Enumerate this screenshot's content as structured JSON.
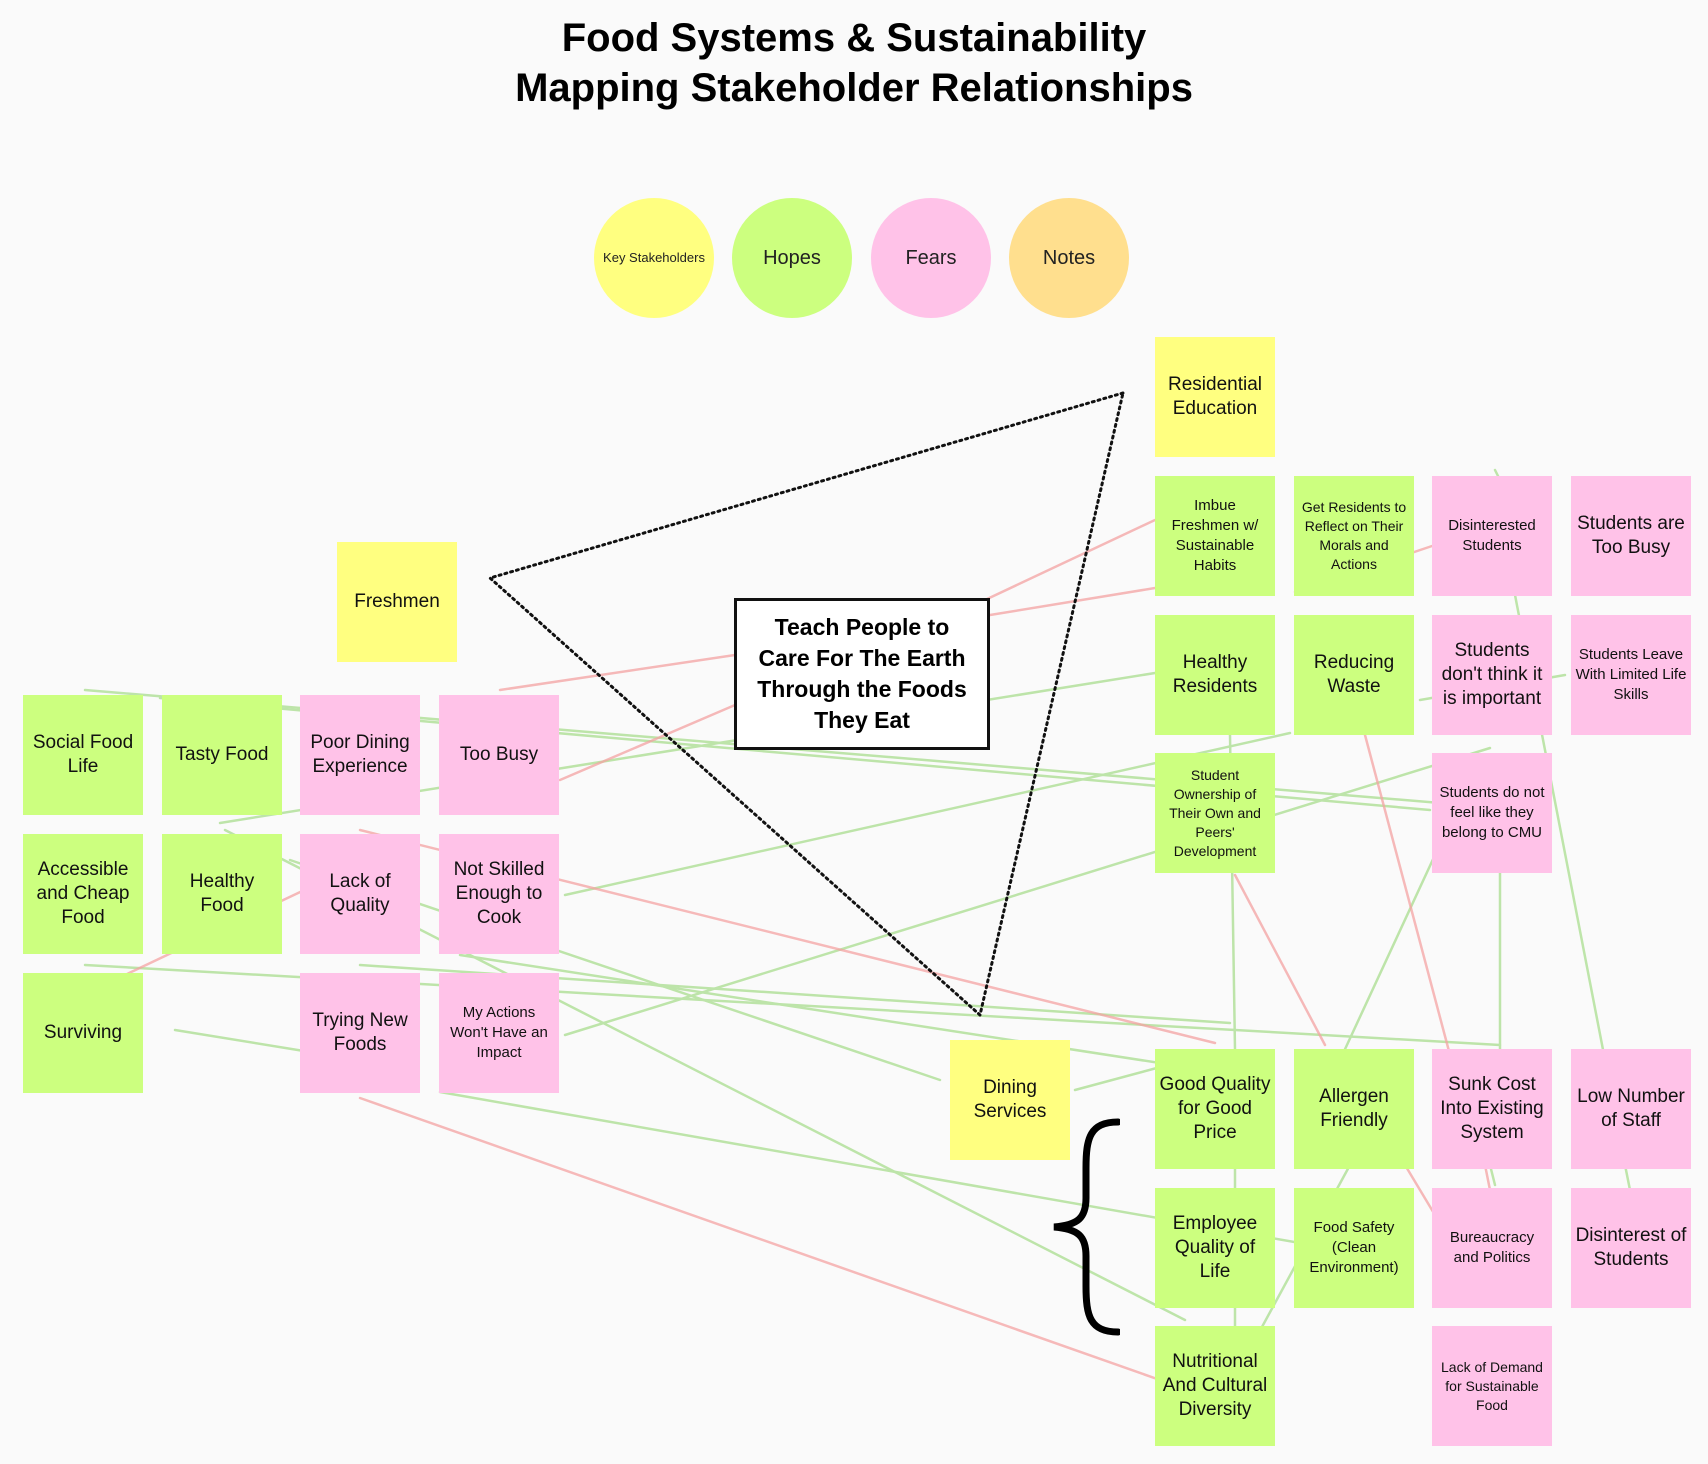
{
  "title": {
    "line1": "Food Systems & Sustainability",
    "line2": "Mapping Stakeholder Relationships"
  },
  "legend": {
    "key_stakeholders": "Key Stakeholders",
    "hopes": "Hopes",
    "fears": "Fears",
    "notes": "Notes"
  },
  "colors": {
    "stakeholder": "#ffff80",
    "hope": "#ccff7f",
    "fear": "#ffc2e8",
    "note": "#ffdf8e",
    "hope_link": "#a9dd8f",
    "fear_link": "#f4a3a3"
  },
  "center_goal": "Teach People to Care For The Earth Through the Foods They Eat",
  "stakeholders": {
    "freshmen": "Freshmen",
    "residential_education": "Residential Education",
    "dining_services": "Dining Services"
  },
  "freshmen_notes": {
    "social_food_life": "Social Food Life",
    "tasty_food": "Tasty Food",
    "poor_dining_experience": "Poor Dining Experience",
    "too_busy": "Too Busy",
    "accessible_cheap_food": "Accessible and Cheap Food",
    "healthy_food": "Healthy Food",
    "lack_of_quality": "Lack of Quality",
    "not_skilled_to_cook": "Not Skilled Enough to Cook",
    "surviving": "Surviving",
    "trying_new_foods": "Trying New Foods",
    "actions_no_impact": "My Actions Won't Have an Impact"
  },
  "res_ed_notes": {
    "imbue_freshmen": "Imbue Freshmen w/ Sustainable Habits",
    "get_residents_reflect": "Get Residents to Reflect on Their Morals and Actions",
    "disinterested_students": "Disinterested Students",
    "students_too_busy": "Students are Too Busy",
    "healthy_residents": "Healthy Residents",
    "reducing_waste": "Reducing Waste",
    "students_dont_think_important": "Students don't think it is important",
    "students_leave_limited_skills": "Students Leave With Limited Life Skills",
    "student_ownership": "Student Ownership of Their Own and Peers' Development",
    "students_not_belong": "Students do not feel like they belong to CMU"
  },
  "dining_notes": {
    "good_quality_price": "Good Quality for Good Price",
    "allergen_friendly": "Allergen Friendly",
    "sunk_cost": "Sunk Cost Into Existing System",
    "low_staff": "Low Number of Staff",
    "employee_quality_life": "Employee Quality of Life",
    "food_safety": "Food Safety (Clean Environment)",
    "bureaucracy": "Bureaucracy and Politics",
    "disinterest_students": "Disinterest of Students",
    "nutritional_diversity": "Nutritional And Cultural Diversity",
    "lack_of_demand": "Lack of Demand for Sustainable Food"
  }
}
